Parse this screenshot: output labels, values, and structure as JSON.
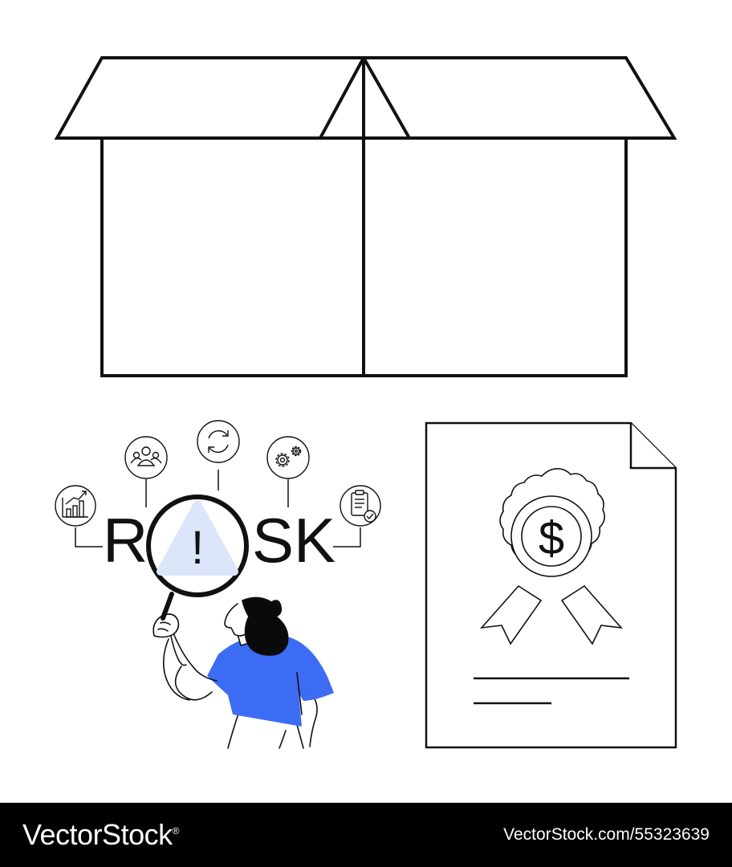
{
  "illustration": {
    "risk_word_left": "R",
    "risk_word_right": "SK",
    "warning_symbol": "!",
    "currency_symbol": "$",
    "icons": [
      "bar-chart-icon",
      "team-icon",
      "refresh-icon",
      "gears-icon",
      "checklist-icon"
    ],
    "colors": {
      "line": "#111111",
      "shirt": "#3d6cf4",
      "warning_fill": "#dce6fb",
      "hair": "#0a0a0a",
      "background": "#ffffff"
    }
  },
  "footer": {
    "brand": "VectorStock",
    "brand_mark": "®",
    "image_url": "VectorStock.com/55323639",
    "background": "#000000"
  }
}
